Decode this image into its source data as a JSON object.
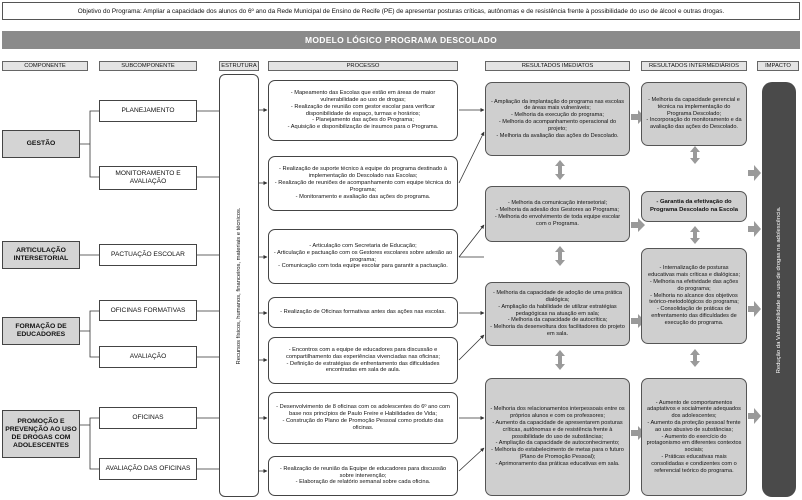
{
  "objective": "Objetivo do Programa: Ampliar a capacidade dos alunos do 6º ano da Rede Municipal de Ensino de Recife (PE) de apresentar posturas críticas, autônomas e de resistência frente à possibilidade do uso de álcool e outras drogas.",
  "model_title": "MODELO LÓGICO PROGRAMA DESCOLADO",
  "headers": {
    "componente": "COMPONENTE",
    "subcomponente": "SUBCOMPONENTE",
    "estrutura": "ESTRUTURA",
    "processo": "PROCESSO",
    "imediatos": "RESULTADOS IMEDIATOS",
    "intermediarios": "RESULTADOS INTERMEDIÁRIOS",
    "impacto": "IMPACTO"
  },
  "components": {
    "gestao": "GESTÃO",
    "articulacao": "ARTICULAÇÃO INTERSETORIAL",
    "formacao": "FORMAÇÃO DE EDUCADORES",
    "promocao": "PROMOÇÃO E PREVENÇÃO AO USO DE DROGAS COM ADOLESCENTES"
  },
  "subcomponents": {
    "planejamento": "PLANEJAMENTO",
    "monitoramento": "MONITORAMENTO E AVALIAÇÃO",
    "pactuacao": "PACTUAÇÃO ESCOLAR",
    "oficinas_formativas": "OFICINAS FORMATIVAS",
    "avaliacao": "AVALIAÇÃO",
    "oficinas": "OFICINAS",
    "avaliacao_oficinas": "AVALIAÇÃO DAS OFICINAS"
  },
  "estrutura": "Recursos físicos, humanos, financeiros, materiais e técnicos.",
  "processes": {
    "p1": "- Mapeamento das Escolas que estão em áreas de maior vulnerabilidade ao uso de drogas;\n- Realização de reunião com gestor escolar para verificar disponibilidade de espaço, turmas e horários;\n- Planejamento das ações do Programa;\n- Aquisição e disponibilização de insumos para o Programa.",
    "p2": "- Realização de suporte técnico à equipe do programa destinado à implementação do Descolado nas Escolas;\n- Realização de reuniões de acompanhamento com equipe técnica do Programa;\n- Monitoramento e avaliação das ações do programa.",
    "p3": "- Articulação com Secretaria de Educação;\n- Articulação e pactuação com os Gestores escolares sobre adesão ao programa;\n- Comunicação com toda equipe escolar para garantir a pactuação.",
    "p4": "- Realização de Oficinas formativas antes das ações nas escolas.",
    "p5": "- Encontros com a equipe de educadores para discussão e compartilhamento das experiências vivenciadas nas oficinas;\n- Definição de estratégias de enfrentamento das dificuldades encontradas em sala de aula.",
    "p6": "- Desenvolvimento de 8 oficinas com os adolescentes do 6º ano com base nos princípios de Paulo Freire e Habilidades de Vida;\n- Construção do Plano de Promoção Pessoal como produto das oficinas.",
    "p7": "- Realização de reunião da Equipe de educadores para discussão sobre intervenção;\n- Elaboração de relatório semanal sobre cada oficina."
  },
  "immediate": {
    "r1": "- Ampliação da implantação do programa nas escolas de áreas mais vulneráveis;\n- Melhoria da execução do programa;\n- Melhoria do acompanhamento operacional do projeto;\n- Melhoria da avaliação das ações do Descolado.",
    "r2": "- Melhoria da comunicação intersetorial;\n- Melhoria da adesão dos Gestores ao Programa;\n- Melhoria do envolvimento de toda equipe escolar com o Programa.",
    "r3": "- Melhoria da capacidade de adoção de uma prática dialógica;\n- Ampliação da habilidade de utilizar estratégias pedagógicas na atuação em sala;\n- Melhoria da capacidade de autocrítica;\n- Melhoria da desenvoltura dos facilitadores do projeto em sala.",
    "r4": "- Melhoria dos relacionamentos interpessoais entre os próprios alunos e com os professores;\n- Aumento da capacidade de apresentarem posturas críticas, autônomas e de resistência frente à possibilidade do uso de substâncias;\n- Ampliação da capacidade de autoconhecimento;\n- Melhoria do estabelecimento de metas para o futuro (Plano de Promoção Pessoal);\n- Aprimoramento das práticas educativas em sala."
  },
  "intermediate": {
    "i1": "- Melhoria da capacidade gerencial e técnica na implementação do Programa Descolado;\n- Incorporação do monitoramento e da avaliação das ações do Descolado.",
    "i2": "- Garantia da efetivação do Programa Descolado na Escola",
    "i3": "- Internalização de posturas educativas mais críticas e dialógicas;\n- Melhoria na efetividade das ações do programa;\n- Melhoria no alcance dos objetivos teórico-metodológicos do programa;\n- Consolidação de práticas de enfrentamento das dificuldades de execução do programa.",
    "i4": "- Aumento de comportamentos adaptativos e socialmente adequados dos adolescentes;\n- Aumento da proteção pessoal frente ao uso abusivo de substâncias;\n- Aumento do exercício do protagonismo em diferentes contextos sociais;\n- Práticas educativas mais consolidadas e condizentes com o referencial teórico do programa."
  },
  "impact": "Redução da Vulnerabilidade ao uso de drogas na adolescência."
}
